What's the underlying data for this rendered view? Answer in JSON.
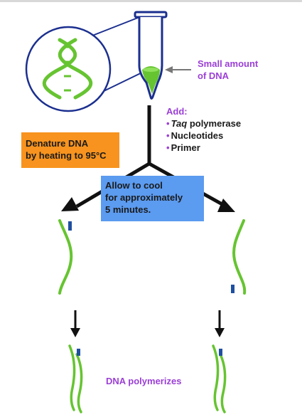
{
  "labels": {
    "small_amount_line1": "Small amount",
    "small_amount_line2": "of DNA",
    "add_title": "Add:",
    "add_items": [
      {
        "bullet": "•",
        "emphasis": "Taq",
        "text": " polymerase"
      },
      {
        "bullet": "•",
        "emphasis": "",
        "text": "Nucleotides"
      },
      {
        "bullet": "•",
        "emphasis": "",
        "text": "Primer"
      }
    ],
    "denature_line1": "Denature DNA",
    "denature_line2": "by heating to 95°C",
    "cool_line1": "Allow to cool",
    "cool_line2": "for approximately",
    "cool_line3": "5 minutes.",
    "polymerizes": "DNA polymerizes"
  },
  "colors": {
    "dna_green": "#66c431",
    "navy": "#1b2f8f",
    "primer_blue": "#1f4fa0",
    "label_purple": "#9b3fd6",
    "orange_box": "#f7931e",
    "blue_box": "#5b9bf0",
    "arrow_black": "#111111",
    "pointer_gray": "#777777"
  }
}
